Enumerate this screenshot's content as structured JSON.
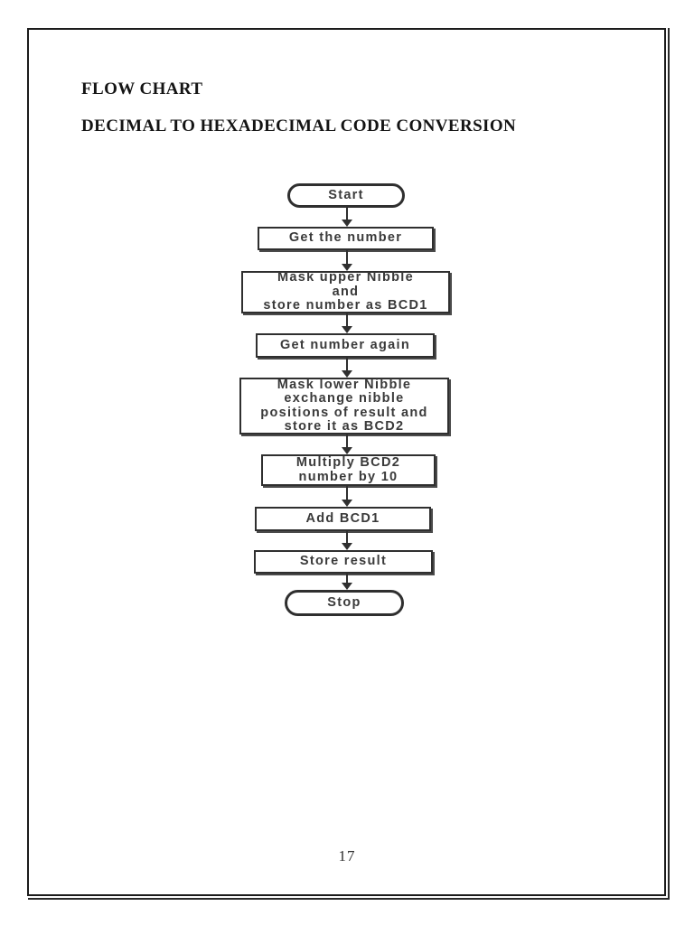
{
  "document": {
    "heading": "FLOW CHART",
    "subheading": "DECIMAL TO HEXADECIMAL CODE CONVERSION",
    "page_number": "17"
  },
  "flowchart": {
    "nodes": [
      {
        "id": "start",
        "type": "terminator",
        "label": "Start"
      },
      {
        "id": "get-number",
        "type": "process",
        "label": "Get the number"
      },
      {
        "id": "mask-upper",
        "type": "process",
        "label": "Mask upper Nibble\nand\nstore number as BCD1"
      },
      {
        "id": "get-number-again",
        "type": "process",
        "label": "Get number again"
      },
      {
        "id": "mask-lower",
        "type": "process",
        "label": "Mask lower Nibble\nexchange nibble\npositions of result and\nstore it as BCD2"
      },
      {
        "id": "multiply-bcd2",
        "type": "process",
        "label": "Multiply BCD2\nnumber by 10"
      },
      {
        "id": "add-bcd1",
        "type": "process",
        "label": "Add BCD1"
      },
      {
        "id": "store-result",
        "type": "process",
        "label": "Store result"
      },
      {
        "id": "stop",
        "type": "terminator",
        "label": "Stop"
      }
    ],
    "connections": [
      [
        "start",
        "get-number"
      ],
      [
        "get-number",
        "mask-upper"
      ],
      [
        "mask-upper",
        "get-number-again"
      ],
      [
        "get-number-again",
        "mask-lower"
      ],
      [
        "mask-lower",
        "multiply-bcd2"
      ],
      [
        "multiply-bcd2",
        "add-bcd1"
      ],
      [
        "add-bcd1",
        "store-result"
      ],
      [
        "store-result",
        "stop"
      ]
    ]
  },
  "colors": {
    "ink": "#141414",
    "diagram_stroke": "#2f2f2f",
    "paper": "#ffffff"
  }
}
